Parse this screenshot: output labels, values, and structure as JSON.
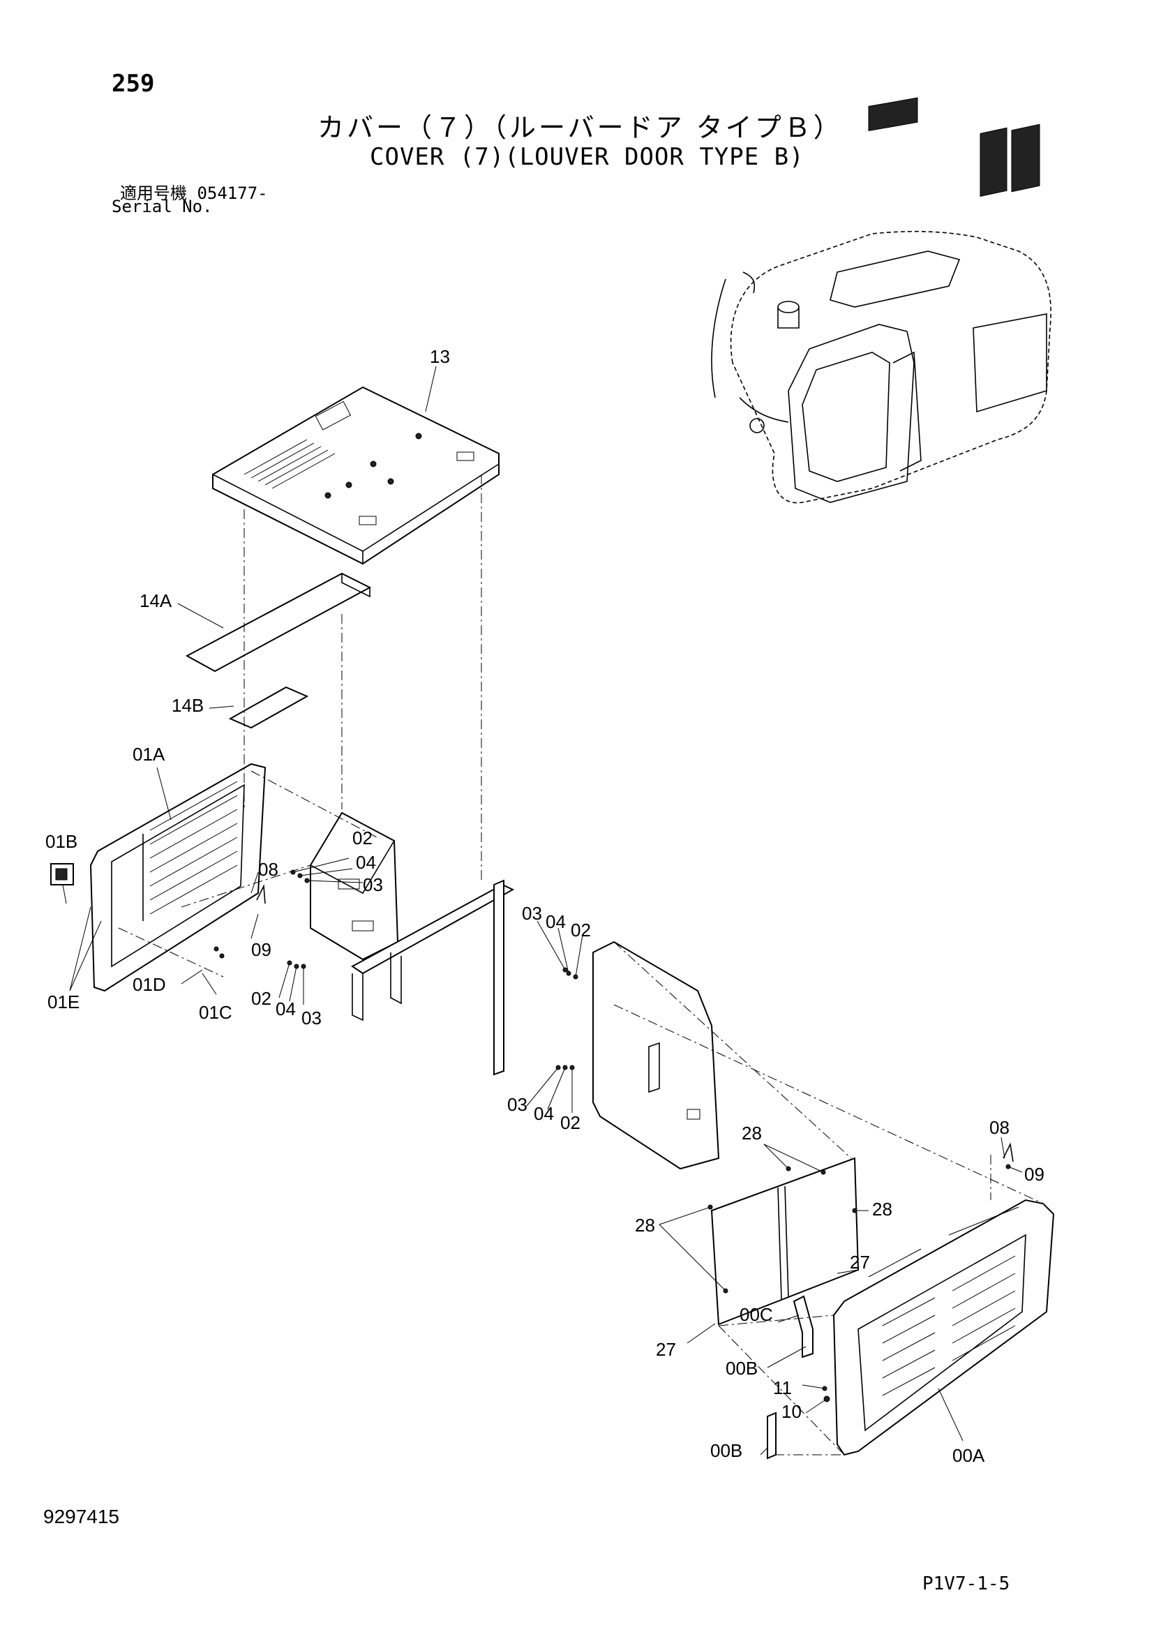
{
  "header": {
    "page_number": "259",
    "title_jp": "カバー（７）（ルーバードア タイプＢ）",
    "title_en": "COVER (7)(LOUVER DOOR TYPE B)",
    "serial_label_jp": "適用号機  054177-",
    "serial_label_en": "Serial No."
  },
  "footer": {
    "drawing_number": "9297415",
    "page_code": "P1V7-1-5"
  },
  "callouts": {
    "c13": "13",
    "c14A": "14A",
    "c14B": "14B",
    "c01A": "01A",
    "c01B": "01B",
    "c01E": "01E",
    "c01D": "01D",
    "c01C": "01C",
    "c02a": "02",
    "c04a": "04",
    "c03a": "03",
    "c08a": "08",
    "c09a": "09",
    "c02b": "02",
    "c04b": "04",
    "c03b": "03",
    "c03c": "03",
    "c04c": "04",
    "c02c": "02",
    "c03d": "03",
    "c04d": "04",
    "c02d": "02",
    "c28a": "28",
    "c28b": "28",
    "c28c": "28",
    "c27a": "27",
    "c27b": "27",
    "c00C": "00C",
    "c00Ba": "00B",
    "c11": "11",
    "c10": "10",
    "c00Bb": "00B",
    "c00A": "00A",
    "c08b": "08",
    "c09b": "09"
  }
}
